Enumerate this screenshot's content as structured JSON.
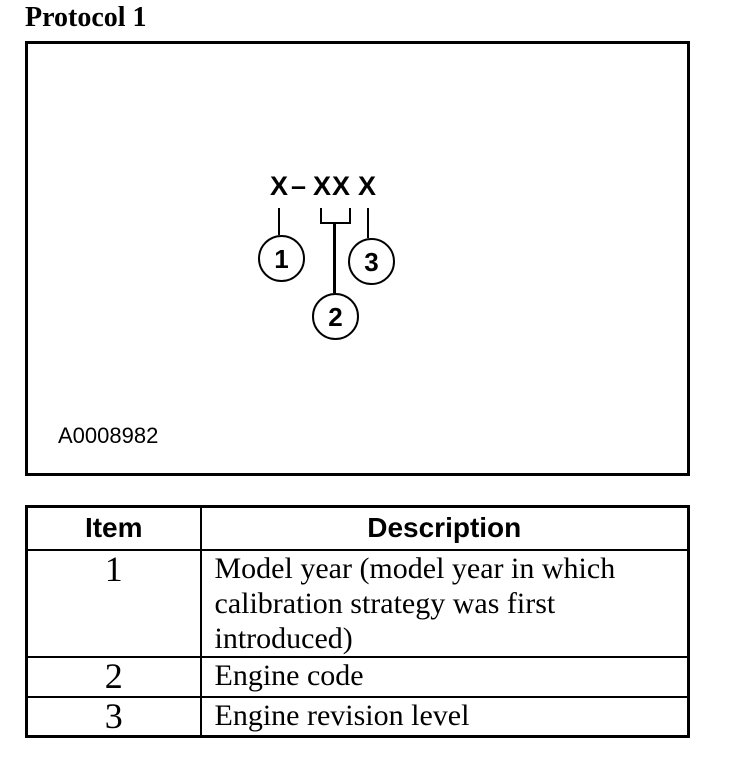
{
  "page": {
    "title": "Protocol 1",
    "ink_color": "#000000",
    "background_color": "#ffffff"
  },
  "figure": {
    "code": {
      "first": "X",
      "separator": "–",
      "middle": "XX",
      "last": "X"
    },
    "callouts": [
      {
        "number": "1"
      },
      {
        "number": "2"
      },
      {
        "number": "3"
      }
    ],
    "label": "A0008982"
  },
  "table": {
    "headers": {
      "item": "Item",
      "description": "Description"
    },
    "rows": [
      {
        "item": "1",
        "description": "Model year (model year in which\ncalibration strategy was first\nintroduced)"
      },
      {
        "item": "2",
        "description": "Engine code"
      },
      {
        "item": "3",
        "description": "Engine revision level"
      }
    ]
  }
}
